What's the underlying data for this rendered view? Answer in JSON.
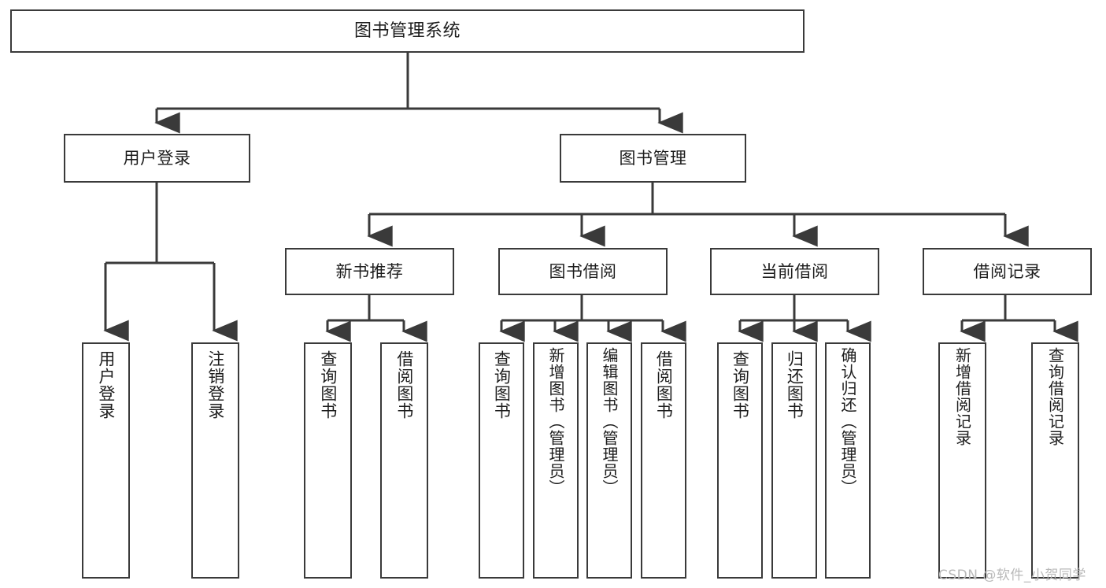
{
  "diagram": {
    "title": "图书管理系统",
    "type": "hierarchical-tree",
    "root": {
      "label": "图书管理系统"
    },
    "level1": [
      {
        "label": "用户登录"
      },
      {
        "label": "图书管理"
      }
    ],
    "level2": [
      {
        "label": "新书推荐"
      },
      {
        "label": "图书借阅"
      },
      {
        "label": "当前借阅"
      },
      {
        "label": "借阅记录"
      }
    ],
    "leaves": {
      "user_login": [
        {
          "label": "用户登录"
        },
        {
          "label": "注销登录"
        }
      ],
      "new_book_recommend": [
        {
          "label": "查询图书"
        },
        {
          "label": "借阅图书"
        }
      ],
      "book_borrow": [
        {
          "label": "查询图书"
        },
        {
          "label": "新增图书（管理员）"
        },
        {
          "label": "编辑图书（管理员）"
        },
        {
          "label": "借阅图书"
        }
      ],
      "current_borrow": [
        {
          "label": "查询图书"
        },
        {
          "label": "归还图书"
        },
        {
          "label": "确认归还（管理员）"
        }
      ],
      "borrow_record": [
        {
          "label": "新增借阅记录"
        },
        {
          "label": "查询借阅记录"
        }
      ]
    }
  },
  "watermark": {
    "text": "CSDN @软件_小贺同学"
  },
  "colors": {
    "stroke": "#3a3a3a",
    "text": "#1d1d1d",
    "background": "#ffffff",
    "watermark": "#b9b9b9"
  }
}
